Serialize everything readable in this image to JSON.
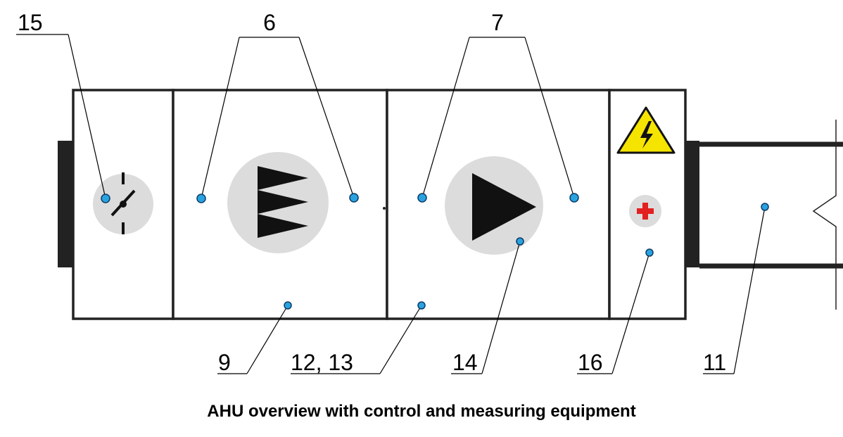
{
  "caption": "AHU overview with control and measuring equipment",
  "callouts": {
    "c15": "15",
    "c6": "6",
    "c7": "7",
    "c9": "9",
    "c12_13": "12, 13",
    "c14": "14",
    "c16": "16",
    "c11": "11"
  },
  "icons": {
    "damper": "damper-icon",
    "filter": "filter-icon",
    "fan": "fan-icon",
    "warning": "high-voltage-warning-icon",
    "heater": "electric-heater-icon"
  },
  "colors": {
    "sensor_dot": "#29a3e0",
    "warning_yellow": "#f5e400",
    "heater_cross": "#e32020",
    "icon_disc": "#dcdcdc"
  }
}
